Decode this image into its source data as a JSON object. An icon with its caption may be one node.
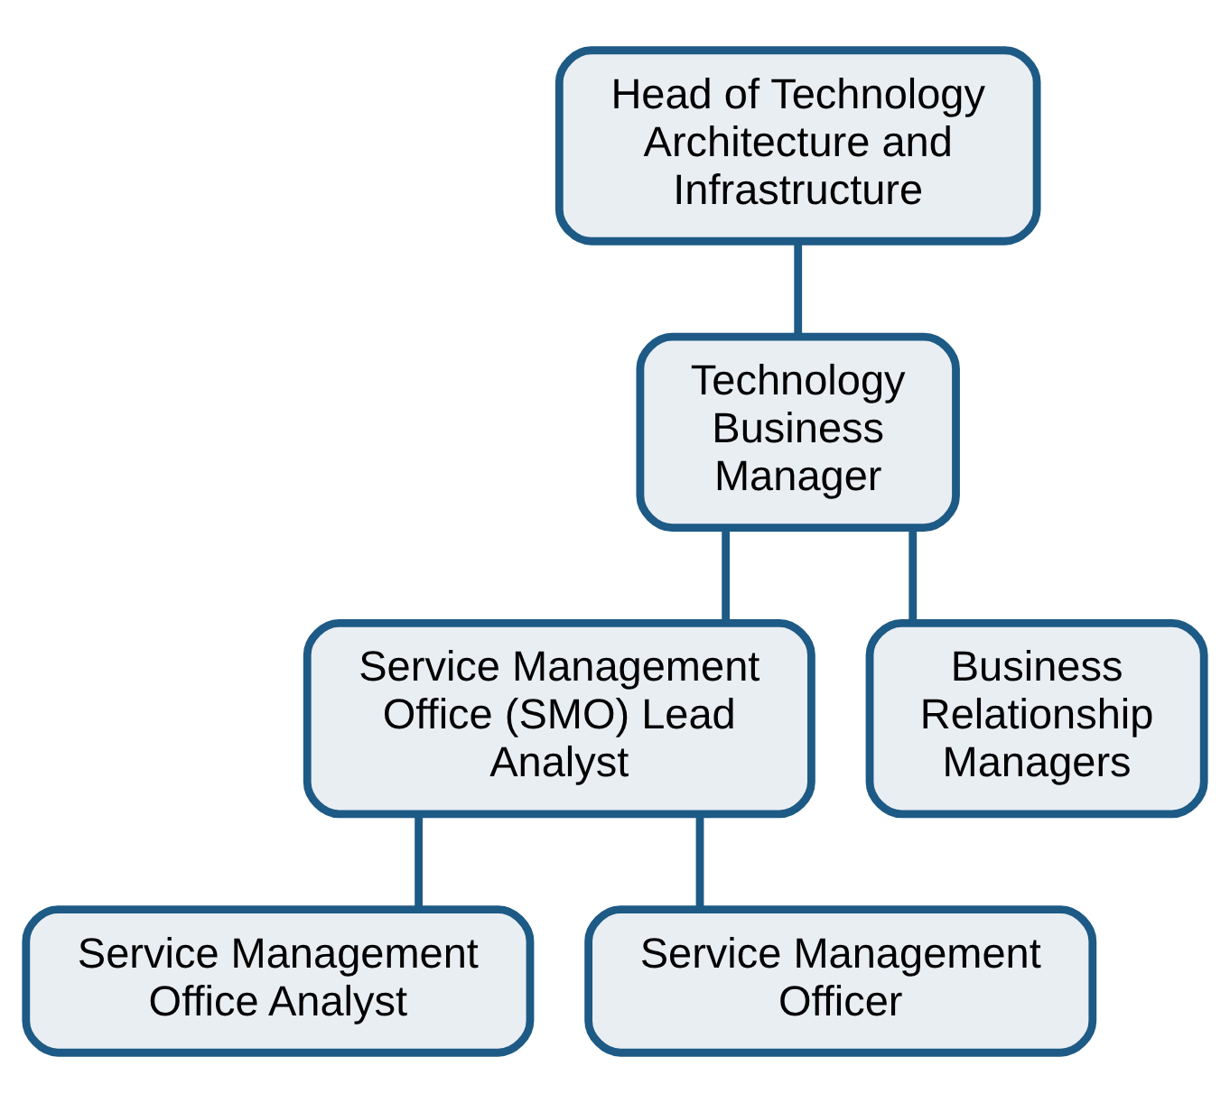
{
  "diagram": {
    "nodes": [
      {
        "text": [
          "Head of Technology Architecture and Infrastructure"
        ]
      },
      {
        "text": [
          "Technology Business Manager"
        ]
      },
      {
        "text": [
          "Service Management Office (SMO) Lead Analyst"
        ]
      },
      {
        "text": [
          "Business Relationship Managers"
        ]
      },
      {
        "text": [
          "Service Management Office Analyst"
        ]
      },
      {
        "text": [
          "Service Management Officer"
        ]
      }
    ],
    "edges": [
      {
        "from": 0,
        "to": 1,
        "arrow": "none"
      },
      {
        "from": 1,
        "to": 2,
        "arrow": "none"
      },
      {
        "from": 1,
        "to": 3,
        "arrow": "none"
      },
      {
        "from": 2,
        "to": 4,
        "arrow": "none"
      },
      {
        "from": 2,
        "to": 5,
        "arrow": "none"
      }
    ]
  }
}
